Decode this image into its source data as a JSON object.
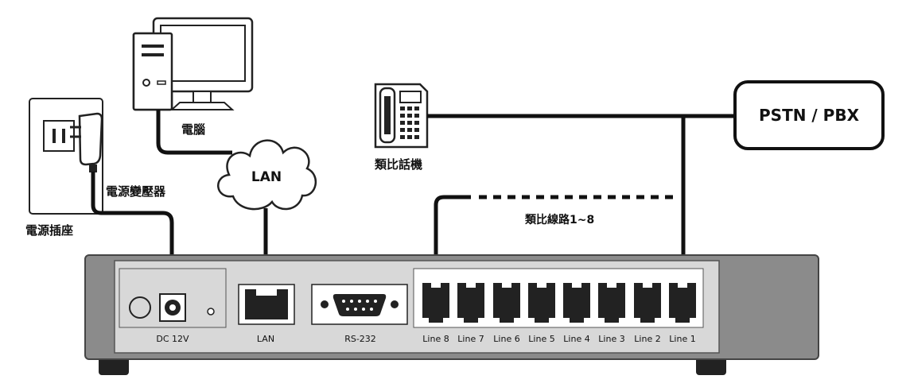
{
  "labels": {
    "computer": "電腦",
    "lan_cloud": "LAN",
    "power_adapter": "電源變壓器",
    "power_outlet": "電源插座",
    "analog_phone": "類比話機",
    "pstn_pbx": "PSTN / PBX",
    "analog_lines": "類比線路1~8"
  },
  "ports": {
    "dc": "DC 12V",
    "lan": "LAN",
    "rs232": "RS-232",
    "lines": [
      "Line 8",
      "Line 7",
      "Line 6",
      "Line 5",
      "Line 4",
      "Line 3",
      "Line 2",
      "Line 1"
    ]
  }
}
